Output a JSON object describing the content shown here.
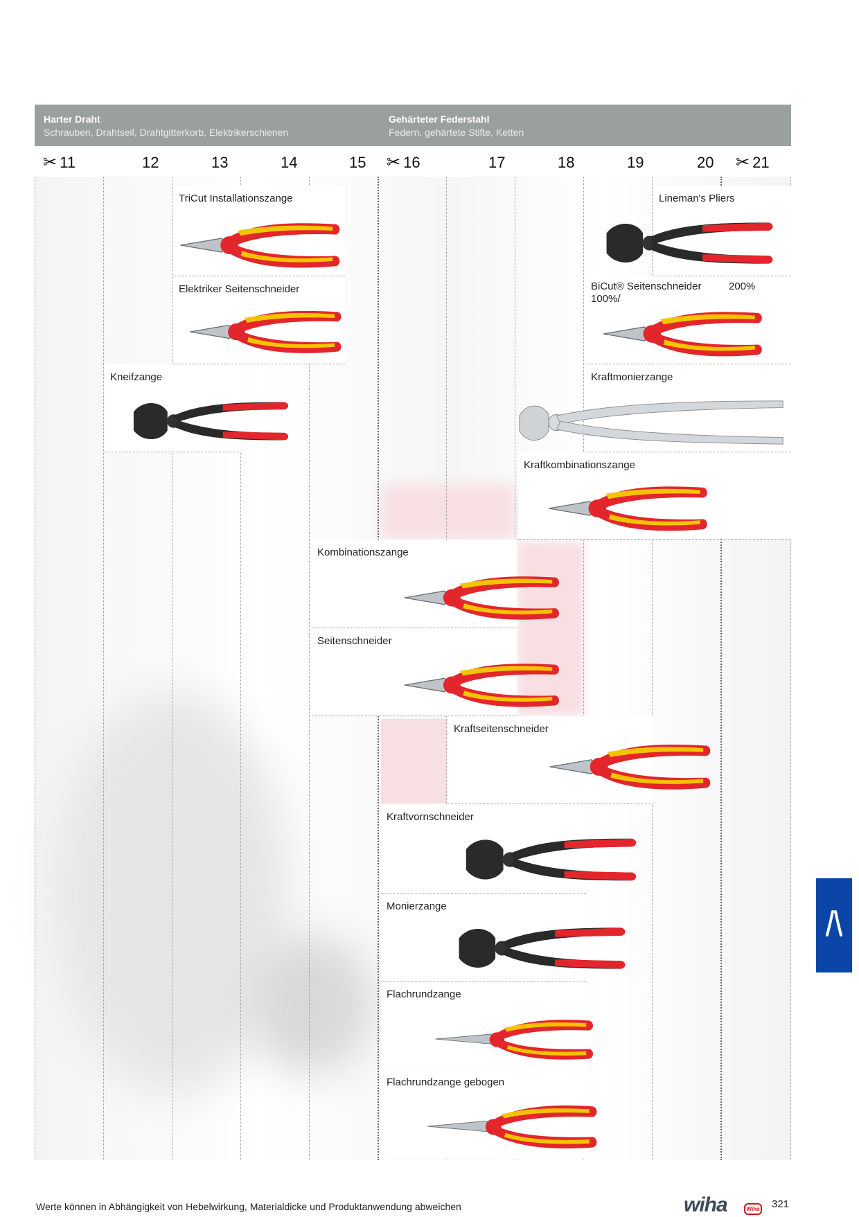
{
  "header": {
    "left": {
      "title": "Harter Draht",
      "subtitle": "Schrauben, Drahtseil, Drahtgitterkorb, Elektrikerschienen"
    },
    "right": {
      "title": "Gehärteter Federstahl",
      "subtitle": "Federn, gehärtete Stifte, Ketten"
    }
  },
  "columns": [
    "11",
    "12",
    "13",
    "14",
    "15",
    "16",
    "17",
    "18",
    "19",
    "20",
    "21"
  ],
  "scissors_icon": "scissors-icon",
  "tools": {
    "tricut": "TriCut Installationszange",
    "linemans": "Lineman's Pliers",
    "elektriker": "Elektriker Seitenschneider",
    "bicut": "BiCut® Seitenschneider",
    "bicut_pct_a": "100%/",
    "bicut_pct_b": "200%",
    "kneifzange": "Kneifzange",
    "kraftmonier": "Kraftmonierzange",
    "kraftkombi": "Kraftkombinationszange",
    "kombi": "Kombinationszange",
    "seitenschneider": "Seitenschneider",
    "kraftseiten": "Kraftseitenschneider",
    "kraftvorn": "Kraftvornschneider",
    "monier": "Monierzange",
    "flachrund": "Flachrundzange",
    "flachrund_gebogen": "Flachrundzange gebogen"
  },
  "side_tab_icon": "pliers-icon",
  "footer": {
    "note": "Werte können in Abhängigkeit von Hebelwirkung, Materialdicke und Produktanwendung abweichen",
    "brand": "wiha",
    "brand_badge": "Wiha",
    "page_number": "321"
  },
  "colors": {
    "header_bg": "#9aa0a0",
    "accent_blue": "#0b45a8",
    "brand_red": "#d2121a",
    "handle_red": "#e3262b",
    "handle_yellow": "#f5c400"
  }
}
